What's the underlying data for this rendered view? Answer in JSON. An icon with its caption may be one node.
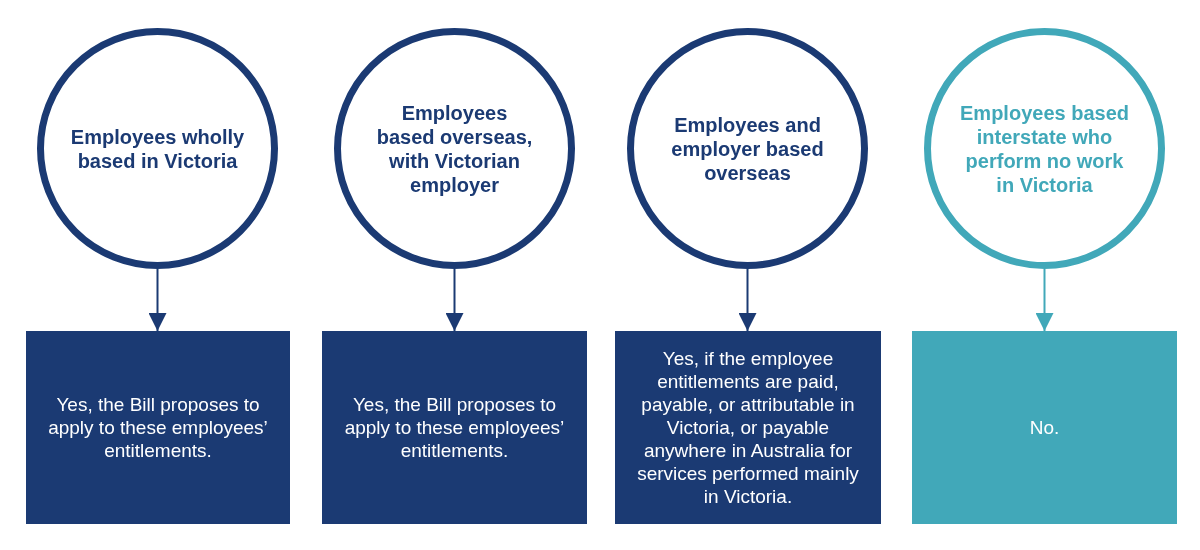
{
  "diagram": {
    "nodes": [
      {
        "text": [
          "Employees wholly based in Victoria"
        ]
      },
      {
        "text": [
          "Employees based overseas, with Victorian employer"
        ]
      },
      {
        "text": [
          "Employees and employer based overseas"
        ]
      },
      {
        "text": [
          "Employees based interstate who perform no work in Victoria"
        ]
      },
      {
        "text": [
          "Yes, the Bill proposes to apply to these employees’ entitlements."
        ]
      },
      {
        "text": [
          "Yes, the Bill proposes to apply to these employees’ entitlements."
        ]
      },
      {
        "text": [
          "Yes, if the employee entitlements are paid, payable, or attributable in Victoria, or payable anywhere in Australia for services performed mainly in Victoria."
        ]
      },
      {
        "text": [
          "No."
        ]
      }
    ],
    "edges": [
      {
        "from": 0,
        "to": 4,
        "arrow": "to"
      },
      {
        "from": 1,
        "to": 5,
        "arrow": "to"
      },
      {
        "from": 2,
        "to": 6,
        "arrow": "to"
      },
      {
        "from": 3,
        "to": 7,
        "arrow": "to",
        "color": "#41a8b9"
      }
    ]
  }
}
